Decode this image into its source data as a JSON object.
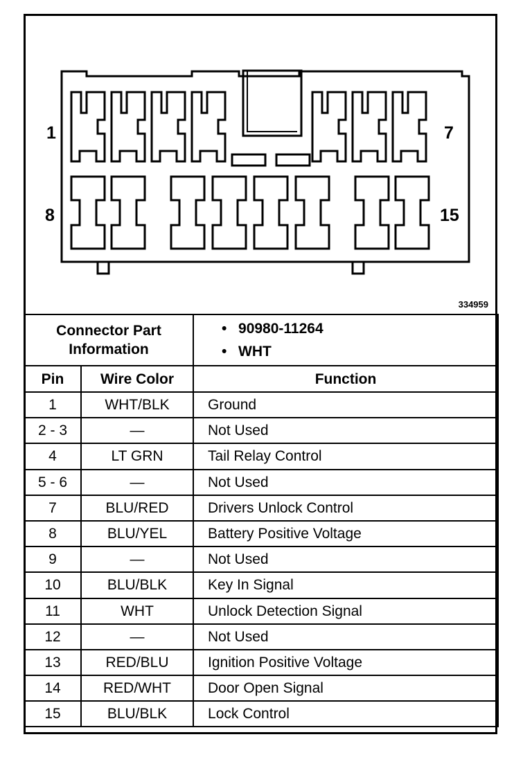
{
  "diagram": {
    "drawing_number": "334959",
    "pin_labels": {
      "top_left": "1",
      "top_right": "7",
      "bottom_left": "8",
      "bottom_right": "15"
    }
  },
  "connector_info": {
    "label": "Connector Part Information",
    "part_number": "90980-11264",
    "color": "WHT",
    "bullet": "•"
  },
  "table": {
    "headers": {
      "pin": "Pin",
      "wire_color": "Wire Color",
      "function": "Function"
    },
    "rows": [
      {
        "pin": "1",
        "wire_color": "WHT/BLK",
        "function": "Ground"
      },
      {
        "pin": "2 - 3",
        "wire_color": "—",
        "function": "Not Used"
      },
      {
        "pin": "4",
        "wire_color": "LT GRN",
        "function": "Tail Relay Control"
      },
      {
        "pin": "5 - 6",
        "wire_color": "—",
        "function": "Not Used"
      },
      {
        "pin": "7",
        "wire_color": "BLU/RED",
        "function": "Drivers Unlock Control"
      },
      {
        "pin": "8",
        "wire_color": "BLU/YEL",
        "function": "Battery Positive Voltage"
      },
      {
        "pin": "9",
        "wire_color": "—",
        "function": "Not Used"
      },
      {
        "pin": "10",
        "wire_color": "BLU/BLK",
        "function": "Key In Signal"
      },
      {
        "pin": "11",
        "wire_color": "WHT",
        "function": "Unlock Detection Signal"
      },
      {
        "pin": "12",
        "wire_color": "—",
        "function": "Not Used"
      },
      {
        "pin": "13",
        "wire_color": "RED/BLU",
        "function": "Ignition Positive Voltage"
      },
      {
        "pin": "14",
        "wire_color": "RED/WHT",
        "function": "Door Open Signal"
      },
      {
        "pin": "15",
        "wire_color": "BLU/BLK",
        "function": "Lock Control"
      }
    ]
  }
}
